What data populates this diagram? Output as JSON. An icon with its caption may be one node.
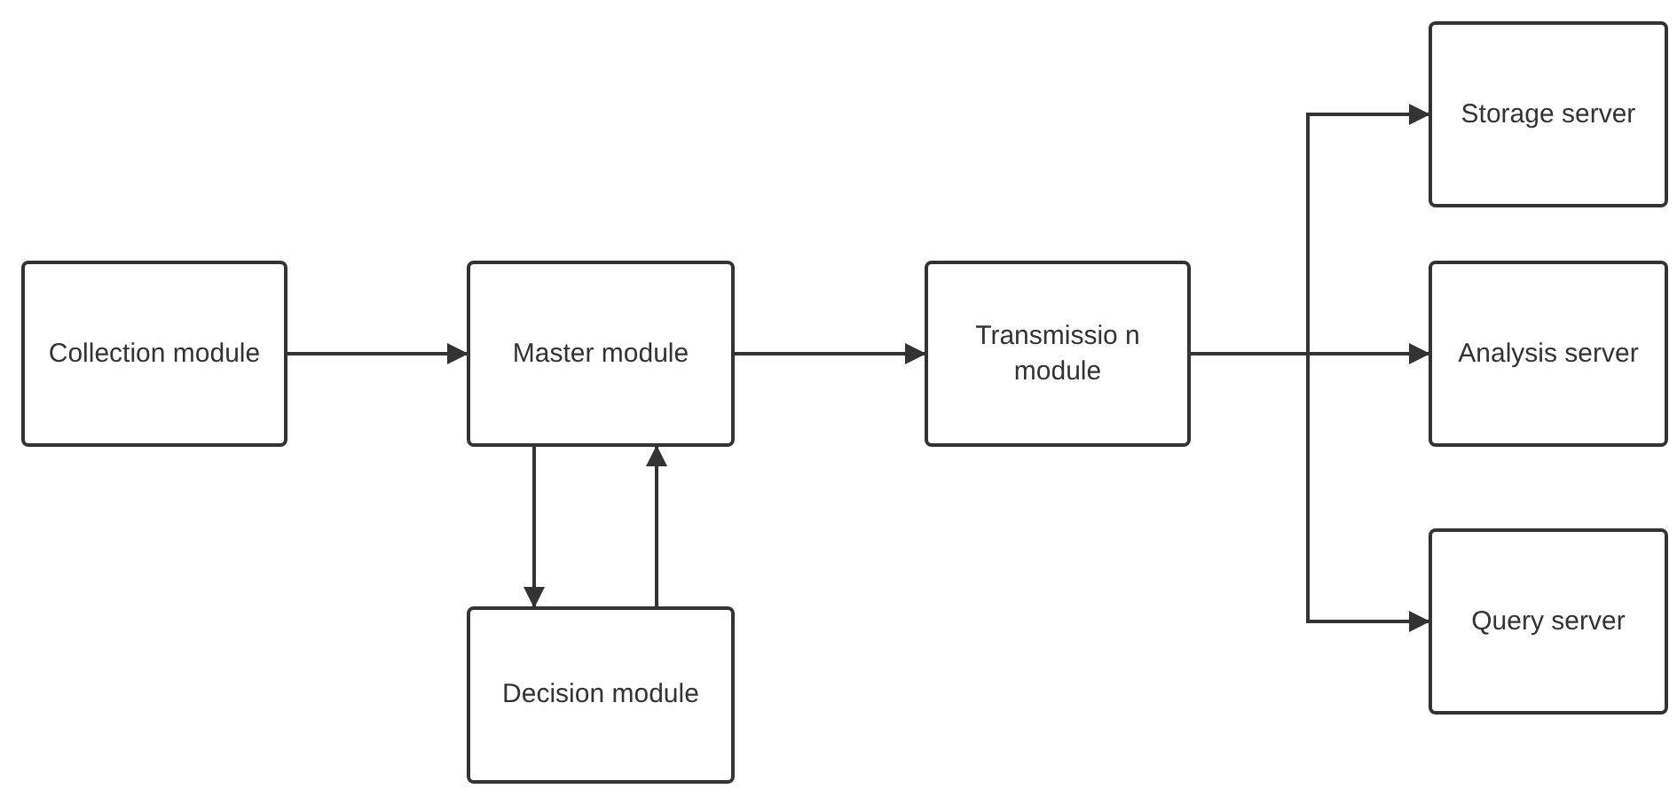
{
  "diagram": {
    "nodes": [
      {
        "text": [
          "Collection module"
        ]
      },
      {
        "text": [
          "Master module"
        ]
      },
      {
        "text": [
          "Transmissio n module"
        ]
      },
      {
        "text": [
          "Storage server"
        ]
      },
      {
        "text": [
          "Analysis server"
        ]
      },
      {
        "text": [
          "Query server"
        ]
      },
      {
        "text": [
          "Decision module"
        ]
      }
    ],
    "edges": [
      {
        "from": 0,
        "to": 1,
        "arrow": "to"
      },
      {
        "from": 1,
        "to": 2,
        "arrow": "to"
      },
      {
        "from": 1,
        "to": 6,
        "arrow": "to"
      },
      {
        "from": 6,
        "to": 1,
        "arrow": "to"
      },
      {
        "from": 2,
        "to": 3,
        "arrow": "to"
      },
      {
        "from": 2,
        "to": 4,
        "arrow": "to"
      },
      {
        "from": 2,
        "to": 5,
        "arrow": "to"
      }
    ]
  }
}
